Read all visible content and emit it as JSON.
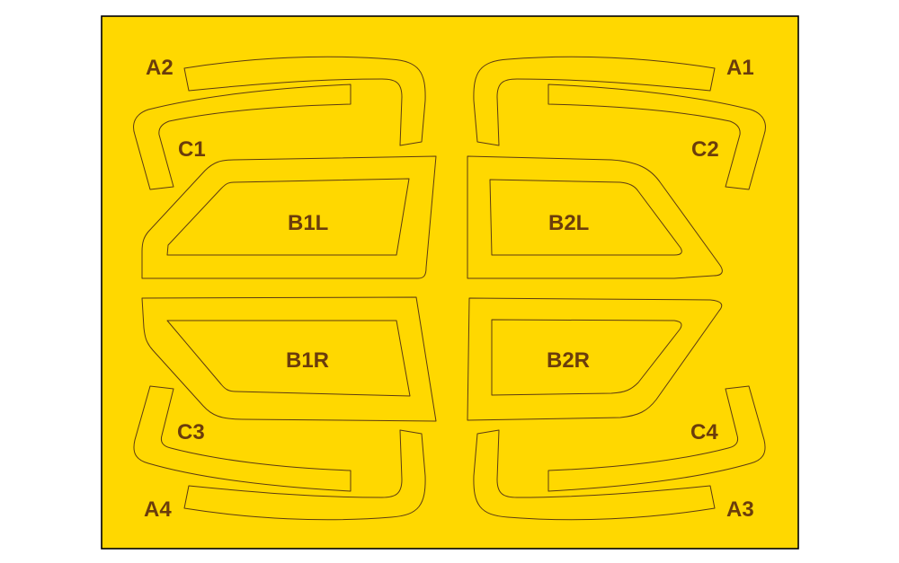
{
  "sheet": {
    "colors": {
      "background": "#ffffff",
      "sheet_fill": "#ffd800",
      "border": "#000000",
      "cut_lines": "#5c3a12",
      "labels": "#6b3d0c"
    },
    "labels": {
      "a1": "A1",
      "a2": "A2",
      "a3": "A3",
      "a4": "A4",
      "b1l": "B1L",
      "b1r": "B1R",
      "b2l": "B2L",
      "b2r": "B2R",
      "c1": "C1",
      "c2": "C2",
      "c3": "C3",
      "c4": "C4"
    }
  }
}
